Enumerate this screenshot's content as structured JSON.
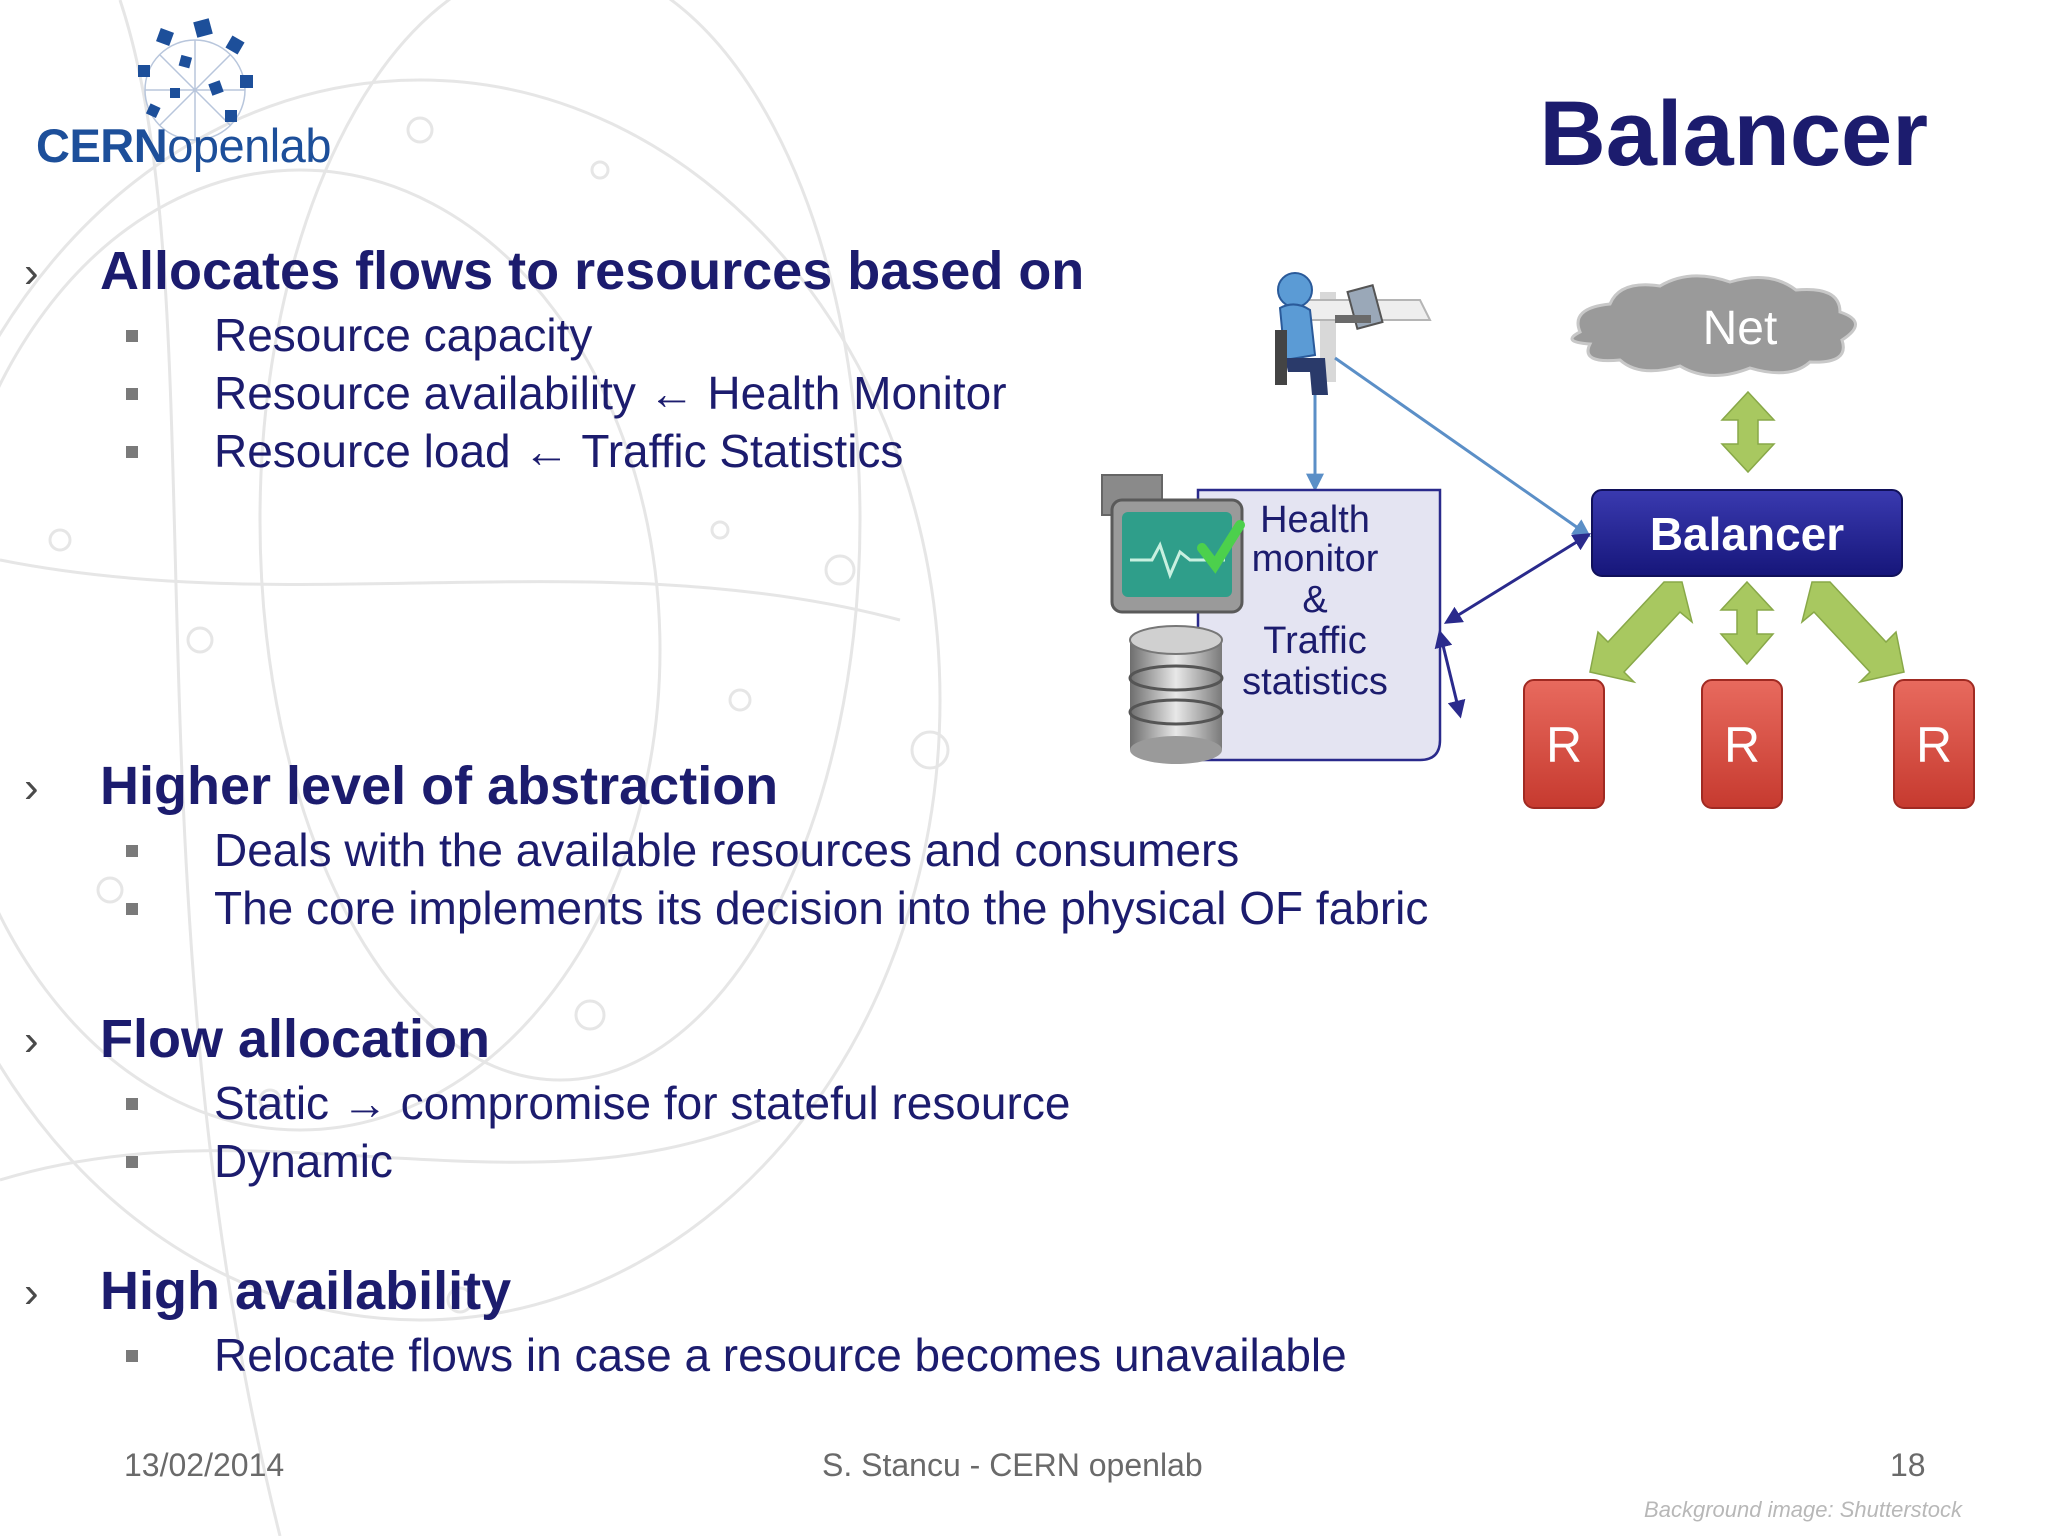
{
  "slide": {
    "title": "Balancer",
    "logo": {
      "bold": "CERN",
      "light": "openlab"
    }
  },
  "sections": [
    {
      "title": "Allocates flows to resources based on",
      "bullets": [
        "Resource capacity",
        "Resource availability ← Health Monitor",
        "Resource load ← Traffic Statistics"
      ]
    },
    {
      "title": "Higher level of abstraction",
      "bullets": [
        "Deals with the available resources and consumers",
        "The core implements its decision into the physical OF fabric"
      ]
    },
    {
      "title": "Flow allocation",
      "bullets": [
        "Static → compromise for stateful resource",
        "Dynamic"
      ]
    },
    {
      "title": "High availability",
      "bullets": [
        "Relocate flows in case a resource becomes unavailable"
      ]
    }
  ],
  "diagram": {
    "cloud_label": "Net",
    "balancer_label": "Balancer",
    "monitor_lines": [
      "Health",
      "monitor",
      "&",
      "Traffic",
      "statistics"
    ],
    "resource_labels": [
      "R",
      "R",
      "R"
    ],
    "icons": [
      "user-at-computer-icon",
      "monitor-check-icon",
      "database-icon",
      "cloud-icon"
    ],
    "colors": {
      "balancer": "#1e1e8c",
      "resource": "#d9453a",
      "double_arrow": "#a8c860",
      "link": "#5b8fc7",
      "monitor_box": "#e4e4f2"
    }
  },
  "footer": {
    "date": "13/02/2014",
    "author": "S. Stancu - CERN openlab",
    "page": "18",
    "credit": "Background image: Shutterstock"
  }
}
